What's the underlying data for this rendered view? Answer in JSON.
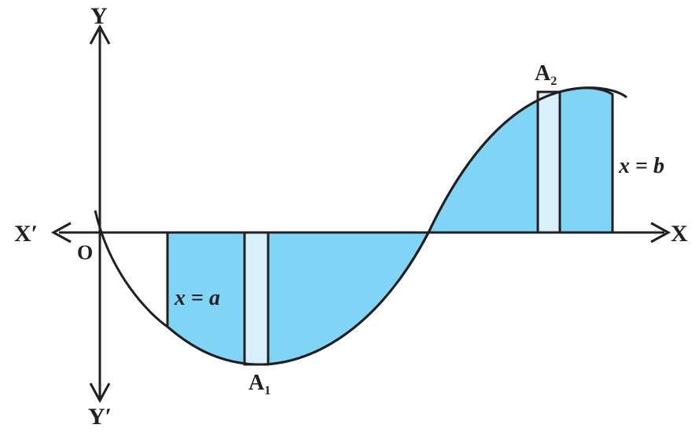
{
  "axes": {
    "y_label": "Y",
    "y_neg_label": "Y′",
    "x_label": "X",
    "x_neg_label": "X′",
    "origin_label": "O"
  },
  "points": {
    "a1_base": "A",
    "a1_sub": "1",
    "a2_base": "A",
    "a2_sub": "2"
  },
  "bounds": {
    "lower_var": "x",
    "lower_op": " = ",
    "lower_val": "a",
    "upper_var": "x",
    "upper_op": " = ",
    "upper_val": "b"
  },
  "colors": {
    "region_fill": "#80d4f6",
    "strip_fill": "#d8f0fb",
    "stroke": "#231f20",
    "background": "#ffffff"
  }
}
